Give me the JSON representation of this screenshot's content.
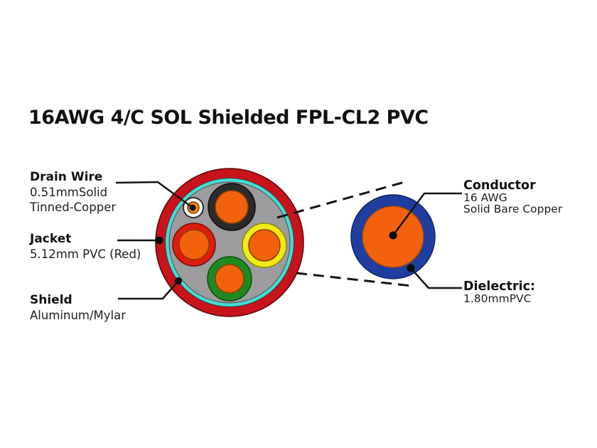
{
  "title": "16AWG 4/C SOL Shielded FPL-CL2 PVC",
  "labels": {
    "drain_wire": {
      "heading": "Drain Wire",
      "line1": "0.51mmSolid",
      "line2": "Tinned-Copper"
    },
    "jacket": {
      "heading": "Jacket",
      "line1": "5.12mm PVC (Red)"
    },
    "shield": {
      "heading": "Shield",
      "line1": "Aluminum/Mylar"
    },
    "conductor": {
      "heading": "Conductor",
      "line1": "16 AWG",
      "line2": "Solid Bare Copper"
    },
    "dielectric": {
      "heading": "Dielectric:",
      "line1": "1.80mmPVC"
    }
  },
  "colors": {
    "jacket_red": "#C8131B",
    "shield_cyan": "#45DCD6",
    "filler_gray": "#9C9C9E",
    "conductor_orange": "#F2610C",
    "drain_orange": "#F0860E",
    "ring_black": "#2B2B2B",
    "ring_red": "#DE1C10",
    "ring_yellow": "#F2EA16",
    "ring_green": "#1F8A1F",
    "drain_white": "#FFFFFF",
    "dielectric_blue": "#1F3EA0",
    "line_black": "#141414"
  }
}
